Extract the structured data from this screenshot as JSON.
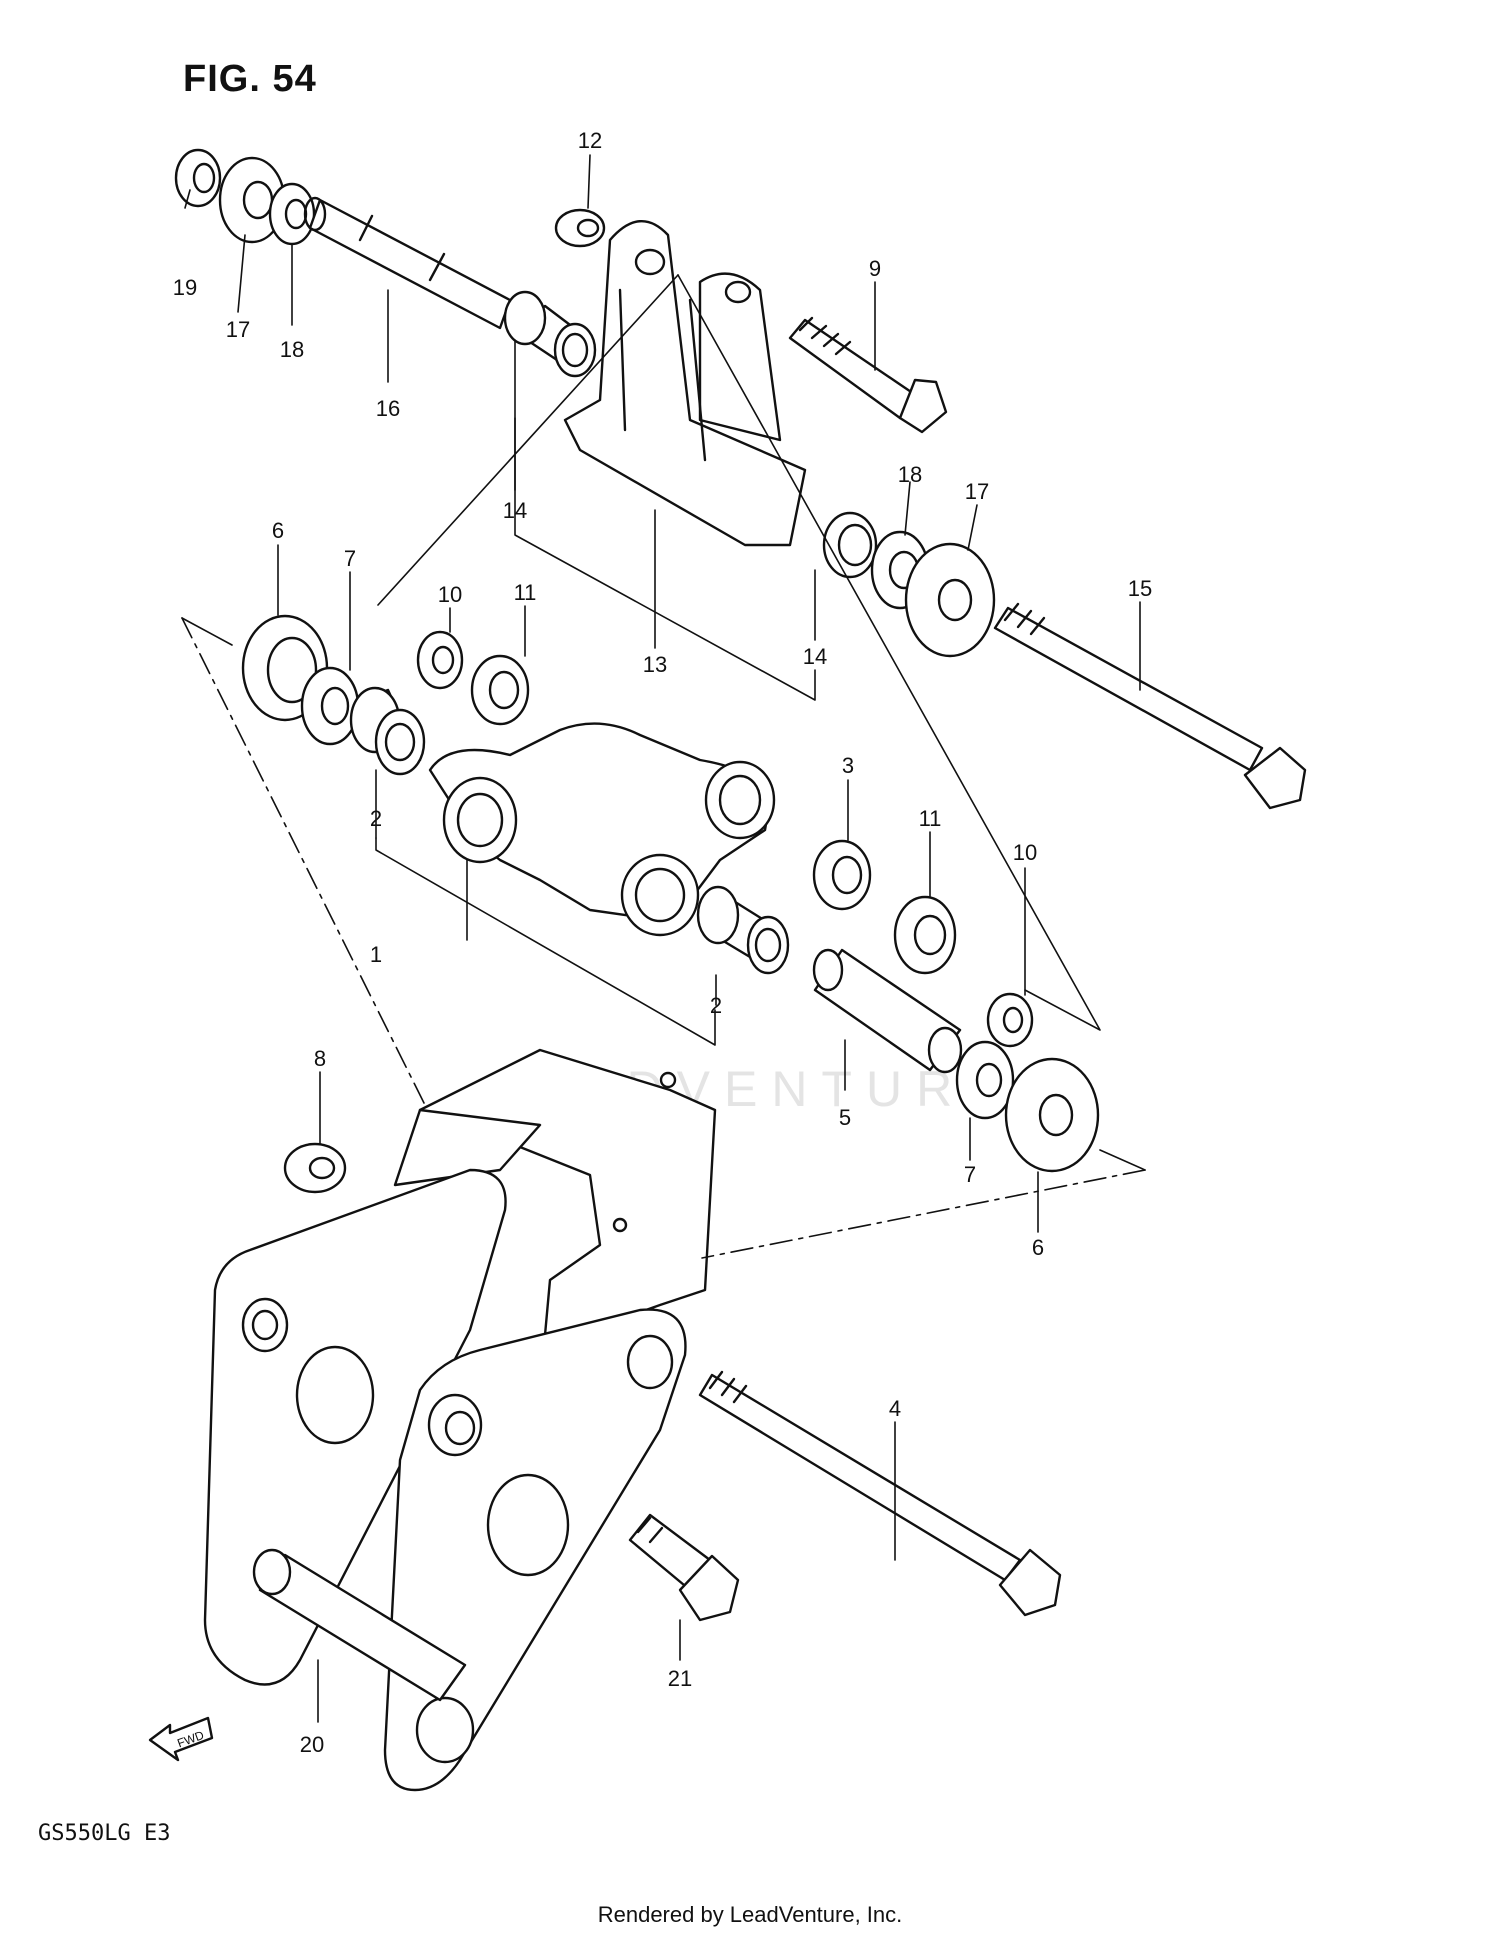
{
  "figure_title": "FIG. 54",
  "model_code": "GS550LG  E3",
  "watermark": "LEADVENTURE",
  "credit": "Rendered by LeadVenture, Inc.",
  "fwd_label": "FWD",
  "callouts": {
    "c1": "1",
    "c2a": "2",
    "c2b": "2",
    "c3": "3",
    "c4": "4",
    "c5": "5",
    "c6a": "6",
    "c6b": "6",
    "c7a": "7",
    "c7b": "7",
    "c8": "8",
    "c9": "9",
    "c10a": "10",
    "c10b": "10",
    "c11a": "11",
    "c11b": "11",
    "c12": "12",
    "c13": "13",
    "c14a": "14",
    "c14b": "14",
    "c15": "15",
    "c16": "16",
    "c17a": "17",
    "c17b": "17",
    "c18a": "18",
    "c18b": "18",
    "c19": "19",
    "c20": "20",
    "c21": "21"
  }
}
